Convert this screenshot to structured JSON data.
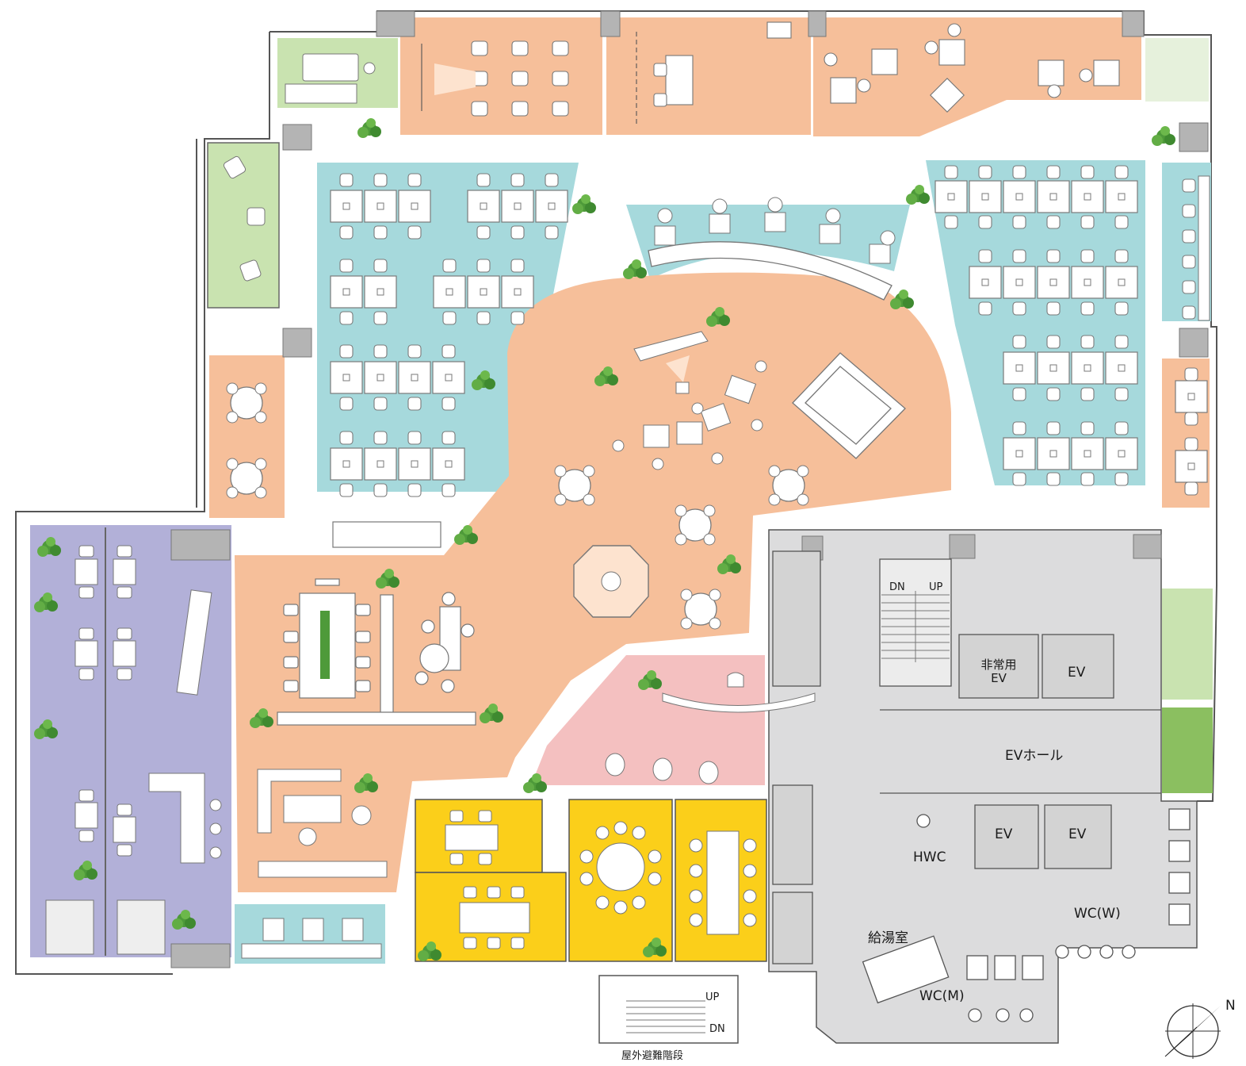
{
  "labels": {
    "emergency_ev_line1": "非常用",
    "emergency_ev_line2": "EV",
    "ev_1": "EV",
    "ev_2": "EV",
    "ev_3": "EV",
    "ev_hall": "EVホール",
    "hwc": "HWC",
    "pantry": "給湯室",
    "wc_women": "WC(W)",
    "wc_men": "WC(M)",
    "stair_dn": "DN",
    "stair_up": "UP",
    "ext_up": "UP",
    "ext_dn": "DN",
    "ext_stairs": "屋外避難階段",
    "north": "N"
  },
  "colors": {
    "work_area": "#a6d9dc",
    "common_area": "#f6bf9a",
    "reception": "#f4c0c0",
    "meeting_rooms": "#fbcf1a",
    "library_zone": "#b2b0d8",
    "terrace": "#c9e3b0",
    "core": "#dcdcdd",
    "column": "#b4b4b4",
    "plant": "#4e9a3a"
  }
}
